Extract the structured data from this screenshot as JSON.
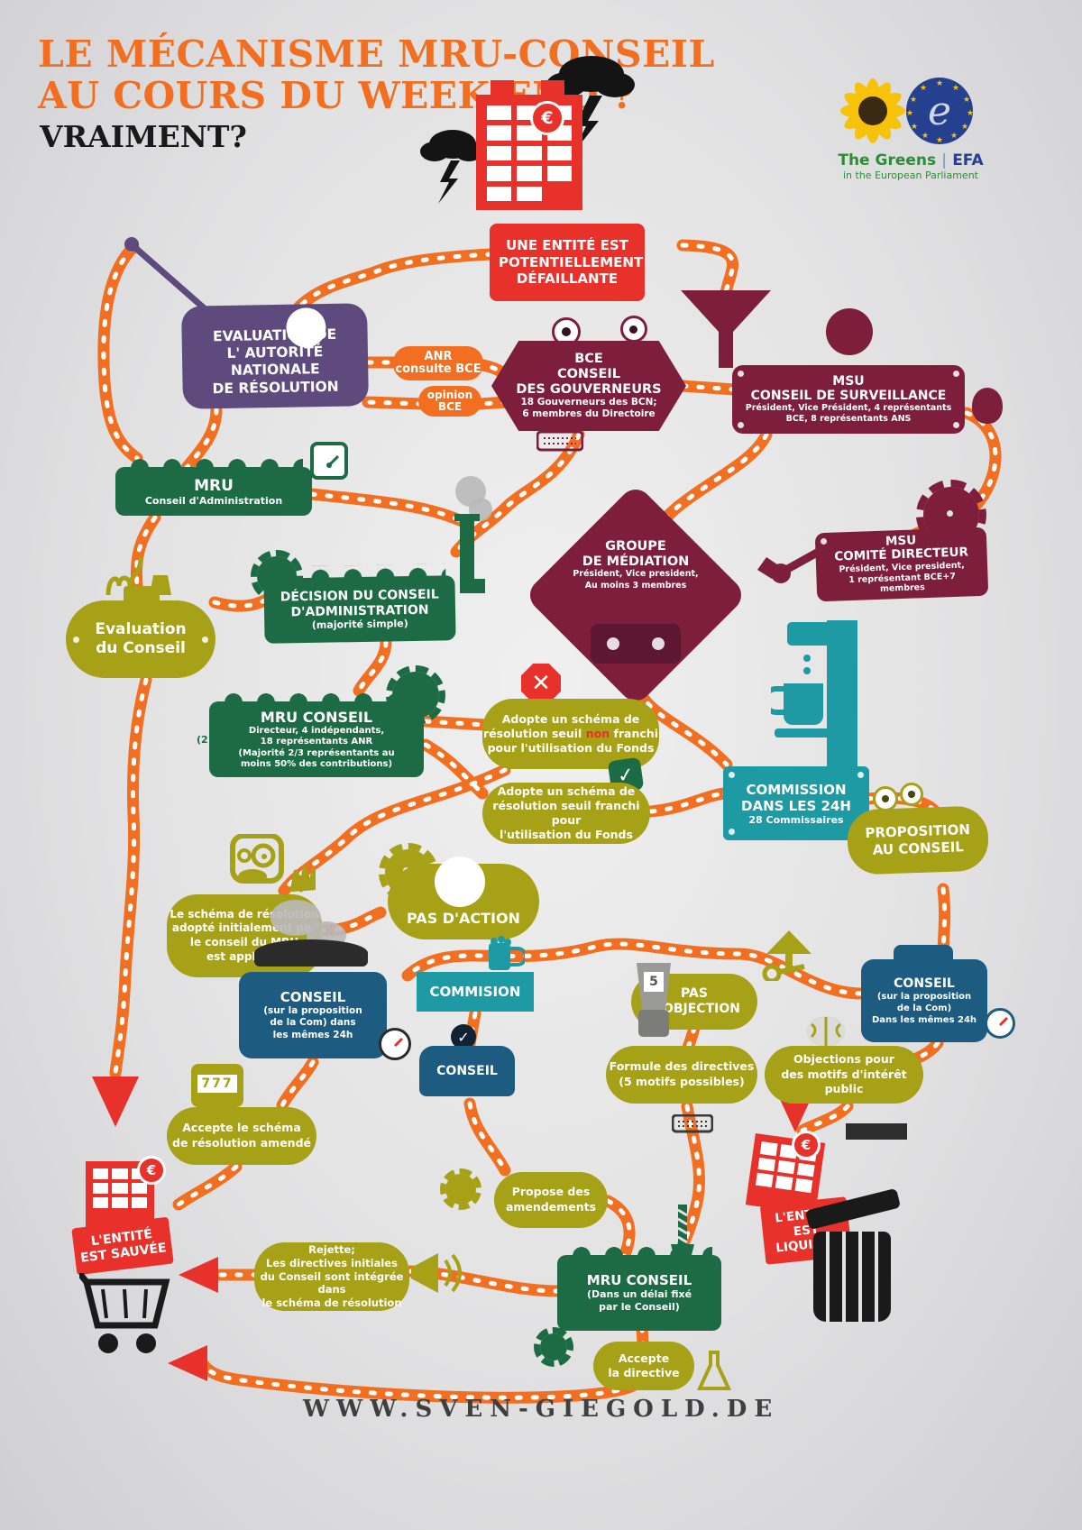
{
  "title": {
    "line1": "LE MÉCANISME MRU-CONSEIL",
    "line2": "AU COURS DU WEEK END ?",
    "line3": "VRAIMENT?"
  },
  "logo": {
    "greens": "The Greens",
    "divider": "|",
    "efa": "EFA",
    "subtitle": "in the European Parliament"
  },
  "colors": {
    "orange": "#f26f21",
    "red": "#e8312a",
    "olive": "#a7a118",
    "green": "#1d6b44",
    "maroon": "#7d1f3c",
    "teal": "#1d9aa4",
    "blue": "#1d5c80",
    "purple": "#5e4a7c"
  },
  "nodes": {
    "entity_failing": {
      "lines": [
        "UNE ENTITÉ EST",
        "POTENTIELLEMENT",
        "DÉFAILLANTE"
      ]
    },
    "anr_evaluation": {
      "lines": [
        "EVALUATION DE",
        "L' AUTORITÉ NATIONALE",
        "DE RÉSOLUTION"
      ]
    },
    "anr_consulte": {
      "lines": [
        "ANR",
        "consulte BCE"
      ]
    },
    "opinion_bce": {
      "lines": [
        "opinion",
        "BCE"
      ]
    },
    "bce_gouverneurs": {
      "title_lines": [
        "BCE",
        "CONSEIL",
        "DES GOUVERNEURS"
      ],
      "sub_lines": [
        "18 Gouverneurs des BCN;",
        "6 membres du Directoire"
      ]
    },
    "msu_surveillance": {
      "title_lines": [
        "MSU",
        "CONSEIL DE SURVEILLANCE"
      ],
      "sub_lines": [
        "Président, Vice Président, 4 représentants",
        "BCE, 8 représentants ANS"
      ]
    },
    "mru_administration": {
      "title": "MRU",
      "sub": "Conseil d'Administration"
    },
    "msu_comite": {
      "title_lines": [
        "MSU",
        "COMITÉ DIRECTEUR"
      ],
      "sub_lines": [
        "Président, Vice president,",
        "1 représentant BCE+7 membres"
      ]
    },
    "groupe_mediation": {
      "title_lines": [
        "GROUPE",
        "DE MÉDIATION"
      ],
      "sub_lines": [
        "Président, Vice president,",
        "Au moins 3 membres"
      ]
    },
    "decision_ca": {
      "title_lines": [
        "DÉCISION DU CONSEIL",
        "D'ADMINISTRATION"
      ],
      "sub": "(majorité simple)"
    },
    "evaluation_conseil": {
      "lines": [
        "Evaluation",
        "du Conseil"
      ]
    },
    "mru_conseil": {
      "title": "MRU CONSEIL",
      "footnote": "(2",
      "sub_lines": [
        "Directeur, 4 indépendants,",
        "18 représentants ANR",
        "(Majorité 2/3 représentants au",
        "moins 50% des contributions)"
      ]
    },
    "adopte_non": {
      "line1": "Adopte un schéma de",
      "line2_pre": "résolution  seuil ",
      "line2_red": "non",
      "line2_post": " franchi",
      "line3": "pour l'utilisation du Fonds"
    },
    "adopte_oui": {
      "lines": [
        "Adopte un  schéma de",
        "résolution seuil franchi pour",
        "l'utilisation du Fonds"
      ]
    },
    "commission_24h": {
      "title_lines": [
        "COMMISSION",
        "DANS LES 24H"
      ],
      "sub": "28 Commissaires"
    },
    "proposition_conseil": {
      "lines": [
        "PROPOSITION",
        "AU CONSEIL"
      ]
    },
    "schema_initial": {
      "lines": [
        "Le schéma de résolution",
        "adopté initialement par",
        "le conseil du MRU",
        "est appliqué"
      ]
    },
    "pas_daction": {
      "label": "PAS D'ACTION"
    },
    "pas_dobjection": {
      "lines": [
        "PAS",
        "D'OBJECTION"
      ]
    },
    "conseil_right": {
      "title": "CONSEIL",
      "sub_lines": [
        "(sur la  proposition",
        "de la Com)",
        "Dans les mêmes 24h"
      ]
    },
    "conseil_left": {
      "title": "CONSEIL",
      "sub_lines": [
        "(sur la  proposition",
        "de la Com) dans",
        "les mêmes 24h"
      ]
    },
    "commision": {
      "label": "COMMISION"
    },
    "conseil_toaster": {
      "label": "CONSEIL"
    },
    "blender": {
      "number": "5"
    },
    "formule_directives": {
      "lines": [
        "Formule des directives",
        "(5 motifs possibles)"
      ]
    },
    "objections": {
      "lines": [
        "Objections pour",
        "des motifs d'intérêt public"
      ]
    },
    "accepte_schema": {
      "lines": [
        "Accepte le schéma",
        "de résolution  amendé"
      ]
    },
    "slot_machine": {
      "label": "777"
    },
    "propose_amendements": {
      "lines": [
        "Propose des",
        "amendements"
      ]
    },
    "mru_conseil_delai": {
      "title": "MRU CONSEIL",
      "sub_lines": [
        "(Dans un délai fixé",
        "par le Conseil)"
      ]
    },
    "rejette": {
      "lines": [
        "Rejette;",
        "Les directives initiales",
        "du Conseil sont intégrée dans",
        "le schéma de résolution"
      ]
    },
    "accepte_directive": {
      "lines": [
        "Accepte",
        "la directive"
      ]
    },
    "entite_sauvee": {
      "lines": [
        "L'ENTITÉ",
        "EST SAUVÉE"
      ]
    },
    "entite_liquidee": {
      "lines": [
        "L'ENTITÉ",
        "EST",
        "LIQUIDÉE"
      ]
    },
    "euro_symbol": "€"
  },
  "footer": {
    "url": "WWW.SVEN-GIEGOLD.DE"
  }
}
